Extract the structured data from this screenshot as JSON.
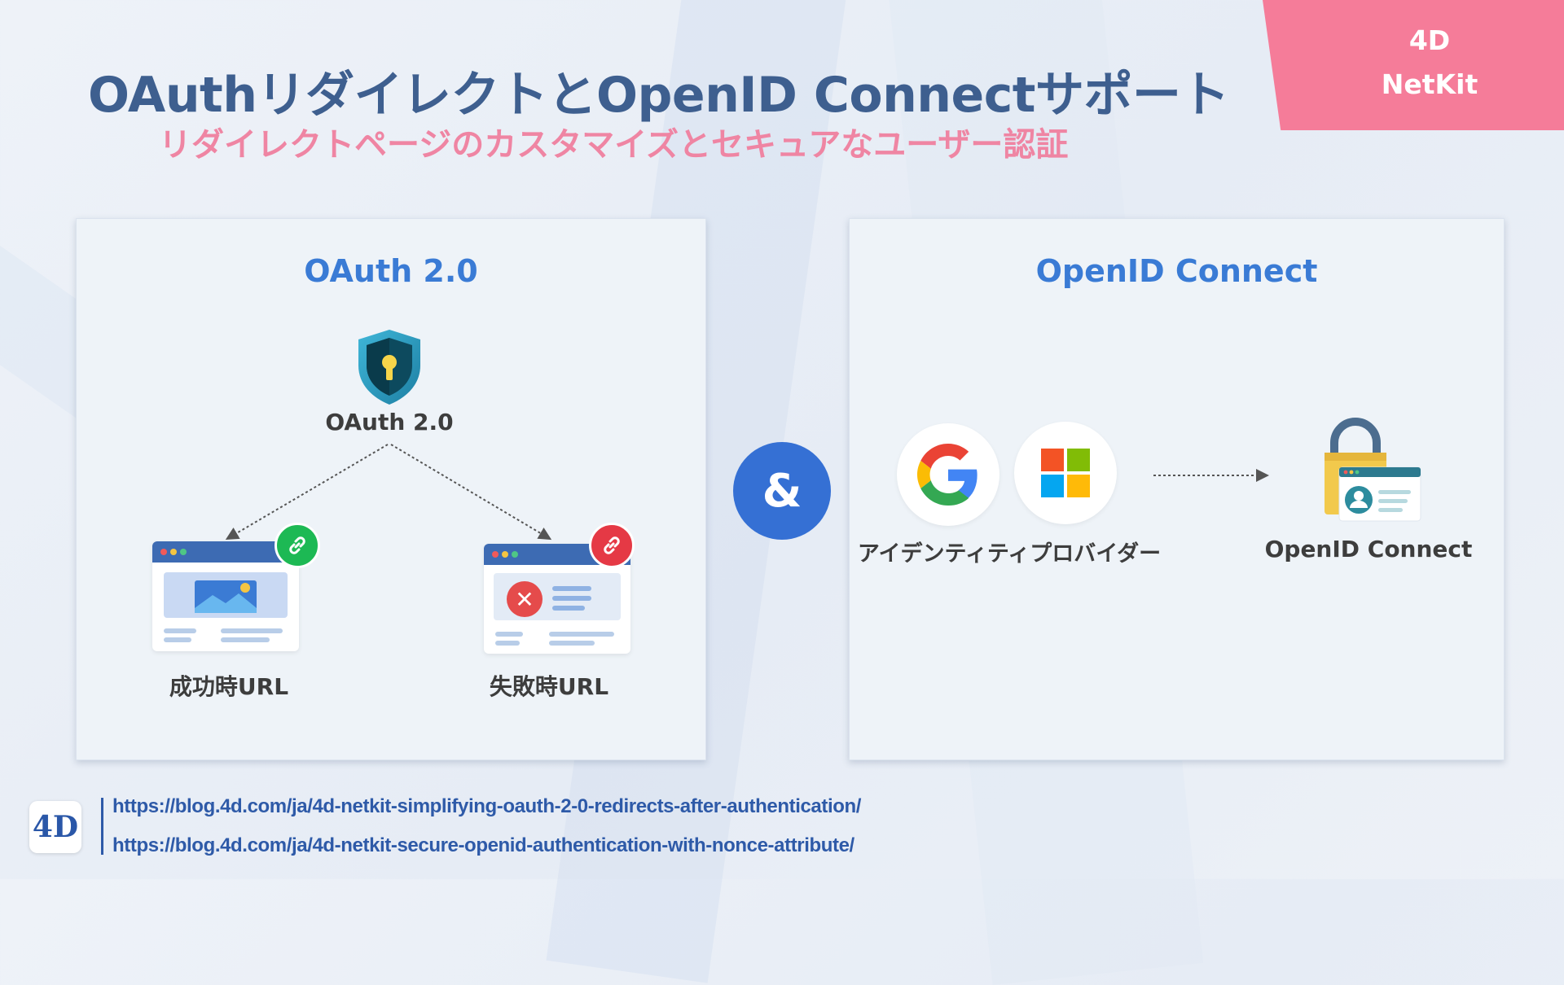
{
  "badge": {
    "line1": "4D",
    "line2": "NetKit"
  },
  "header": {
    "title": "OAuthリダイレクトとOpenID Connectサポート",
    "subtitle": "リダイレクトページのカスタマイズとセキュアなユーザー認証"
  },
  "left_panel": {
    "title": "OAuth 2.0",
    "shield_label": "OAuth 2.0",
    "success_label": "成功時URL",
    "failure_label": "失敗時URL",
    "icons": [
      "shield-keyhole-icon",
      "browser-window-icon",
      "link-icon",
      "error-x-icon"
    ]
  },
  "connector": {
    "symbol": "&"
  },
  "right_panel": {
    "title": "OpenID Connect",
    "providers_label": "アイデンティティプロバイダー",
    "target_label": "OpenID Connect",
    "icons": [
      "google-logo-icon",
      "microsoft-logo-icon",
      "padlock-id-card-icon"
    ]
  },
  "colors": {
    "title": "#3e5f8f",
    "subtitle": "#ef85a3",
    "badge": "#f57c99",
    "panel_title": "#3a7bd5",
    "accent_blue": "#3570d4",
    "success_green": "#1db954",
    "failure_red": "#e53945"
  },
  "footer": {
    "logo_text": "4D",
    "links": [
      "https://blog.4d.com/ja/4d-netkit-simplifying-oauth-2-0-redirects-after-authentication/",
      "https://blog.4d.com/ja/4d-netkit-secure-openid-authentication-with-nonce-attribute/"
    ]
  }
}
